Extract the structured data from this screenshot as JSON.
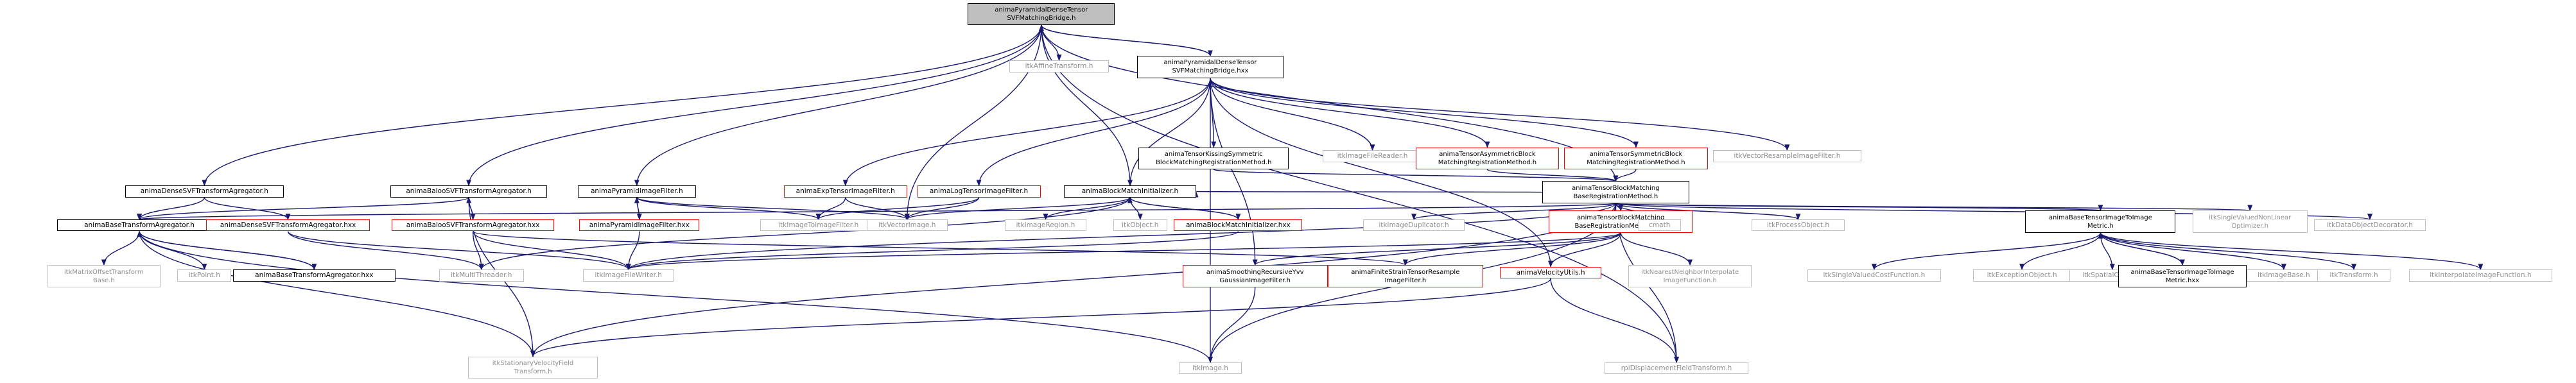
{
  "colors": {
    "edge": "#191970",
    "root_fill": "#bfbfbf",
    "documented": "#000000",
    "undocumented": "#ff0000",
    "external": "#bfbfbf"
  },
  "nodes": [
    {
      "id": "root",
      "label": "animaPyramidalDenseTensor\nSVFMatchingBridge.h",
      "kind": "root"
    },
    {
      "id": "affine",
      "label": "itkAffineTransform.h",
      "kind": "grey"
    },
    {
      "id": "hxx",
      "label": "animaPyramidalDenseTensor\nSVFMatchingBridge.hxx",
      "kind": "black"
    },
    {
      "id": "densesvf",
      "label": "animaDenseSVFTransformAgregator.h",
      "kind": "black"
    },
    {
      "id": "baloo",
      "label": "animaBalooSVFTransformAgregator.h",
      "kind": "black"
    },
    {
      "id": "pyrfilter",
      "label": "animaPyramidImageFilter.h",
      "kind": "black"
    },
    {
      "id": "kissing",
      "label": "animaTensorKissingSymmetric\nBlockMatchingRegistrationMethod.h",
      "kind": "black"
    },
    {
      "id": "filereader",
      "label": "itkImageFileReader.h",
      "kind": "grey"
    },
    {
      "id": "asym",
      "label": "animaTensorAsymmetricBlock\nMatchingRegistrationMethod.h",
      "kind": "red"
    },
    {
      "id": "sym",
      "label": "animaTensorSymmetricBlock\nMatchingRegistrationMethod.h",
      "kind": "red"
    },
    {
      "id": "vecresample",
      "label": "itkVectorResampleImageFilter.h",
      "kind": "grey"
    },
    {
      "id": "exp",
      "label": "animaExpTensorImageFilter.h",
      "kind": "red"
    },
    {
      "id": "log",
      "label": "animaLogTensorImageFilter.h",
      "kind": "red"
    },
    {
      "id": "bminit",
      "label": "animaBlockMatchInitializer.h",
      "kind": "black"
    },
    {
      "id": "tbmbase",
      "label": "animaTensorBlockMatching\nBaseRegistrationMethod.h",
      "kind": "black"
    },
    {
      "id": "basetrans",
      "label": "animaBaseTransformAgregator.h",
      "kind": "black"
    },
    {
      "id": "densesvfhxx",
      "label": "animaDenseSVFTransformAgregator.hxx",
      "kind": "red"
    },
    {
      "id": "baloohxx",
      "label": "animaBalooSVFTransformAgregator.hxx",
      "kind": "red"
    },
    {
      "id": "pyrfilterhxx",
      "label": "animaPyramidImageFilter.hxx",
      "kind": "red"
    },
    {
      "id": "imgtoimg",
      "label": "itkImageToImageFilter.h",
      "kind": "grey"
    },
    {
      "id": "vecimage",
      "label": "itkVectorImage.h",
      "kind": "grey"
    },
    {
      "id": "imgregion",
      "label": "itkImageRegion.h",
      "kind": "grey"
    },
    {
      "id": "itkobject",
      "label": "itkObject.h",
      "kind": "grey"
    },
    {
      "id": "bminithxx",
      "label": "animaBlockMatchInitializer.hxx",
      "kind": "red"
    },
    {
      "id": "imgdup",
      "label": "itkImageDuplicator.h",
      "kind": "grey"
    },
    {
      "id": "tbmbasehxx",
      "label": "animaTensorBlockMatching\nBaseRegistrationMethod.hxx",
      "kind": "red"
    },
    {
      "id": "cmath",
      "label": "cmath",
      "kind": "grey"
    },
    {
      "id": "procobj",
      "label": "itkProcessObject.h",
      "kind": "grey"
    },
    {
      "id": "basetensormetric",
      "label": "animaBaseTensorImageToImage\nMetric.h",
      "kind": "black"
    },
    {
      "id": "svnlopt",
      "label": "itkSingleValuedNonLinear\nOptimizer.h",
      "kind": "grey"
    },
    {
      "id": "dataobjdeco",
      "label": "itkDataObjectDecorator.h",
      "kind": "grey"
    },
    {
      "id": "matrixoffset",
      "label": "itkMatrixOffsetTransform\nBase.h",
      "kind": "grey"
    },
    {
      "id": "point",
      "label": "itkPoint.h",
      "kind": "grey"
    },
    {
      "id": "basetranshxx",
      "label": "animaBaseTransformAgregator.hxx",
      "kind": "black"
    },
    {
      "id": "multithreader",
      "label": "itkMultiThreader.h",
      "kind": "grey"
    },
    {
      "id": "imgfilewriter",
      "label": "itkImageFileWriter.h",
      "kind": "grey"
    },
    {
      "id": "smoothing",
      "label": "animaSmoothingRecursiveYvv\nGaussianImageFilter.h",
      "kind": "red"
    },
    {
      "id": "finitestrain",
      "label": "animaFiniteStrainTensorResample\nImageFilter.h",
      "kind": "red"
    },
    {
      "id": "velocity",
      "label": "animaVelocityUtils.h",
      "kind": "red"
    },
    {
      "id": "nearest",
      "label": "itkNearestNeighborInterpolate\nImageFunction.h",
      "kind": "grey"
    },
    {
      "id": "svcost",
      "label": "itkSingleValuedCostFunction.h",
      "kind": "grey"
    },
    {
      "id": "exception",
      "label": "itkExceptionObject.h",
      "kind": "grey"
    },
    {
      "id": "spatial",
      "label": "itkSpatialObject.h",
      "kind": "grey"
    },
    {
      "id": "basetensormetrichxx",
      "label": "animaBaseTensorImageToImage\nMetric.hxx",
      "kind": "black"
    },
    {
      "id": "imagebase",
      "label": "itkImageBase.h",
      "kind": "grey"
    },
    {
      "id": "transform",
      "label": "itkTransform.h",
      "kind": "grey"
    },
    {
      "id": "interpfunc",
      "label": "itkInterpolateImageFunction.h",
      "kind": "grey"
    },
    {
      "id": "stationary",
      "label": "itkStationaryVelocityField\nTransform.h",
      "kind": "grey"
    },
    {
      "id": "itkimage",
      "label": "itkImage.h",
      "kind": "grey"
    },
    {
      "id": "rpidisp",
      "label": "rpiDisplacementFieldTransform.h",
      "kind": "grey"
    }
  ],
  "edges": [
    [
      "root",
      "affine"
    ],
    [
      "root",
      "hxx"
    ],
    [
      "root",
      "densesvf"
    ],
    [
      "root",
      "baloo"
    ],
    [
      "root",
      "pyrfilter"
    ],
    [
      "root",
      "bminit"
    ],
    [
      "root",
      "tbmbase"
    ],
    [
      "root",
      "vecimage"
    ],
    [
      "root",
      "rpidisp"
    ],
    [
      "hxx",
      "root"
    ],
    [
      "hxx",
      "kissing"
    ],
    [
      "hxx",
      "filereader"
    ],
    [
      "hxx",
      "asym"
    ],
    [
      "hxx",
      "sym"
    ],
    [
      "hxx",
      "vecresample"
    ],
    [
      "hxx",
      "exp"
    ],
    [
      "hxx",
      "log"
    ],
    [
      "hxx",
      "bminit"
    ],
    [
      "hxx",
      "smoothing"
    ],
    [
      "hxx",
      "velocity"
    ],
    [
      "hxx",
      "itkimage"
    ],
    [
      "densesvf",
      "basetrans"
    ],
    [
      "densesvf",
      "densesvfhxx"
    ],
    [
      "baloo",
      "basetrans"
    ],
    [
      "baloo",
      "baloohxx"
    ],
    [
      "baloo",
      "stationary"
    ],
    [
      "pyrfilter",
      "imgtoimg"
    ],
    [
      "pyrfilter",
      "pyrfilterhxx"
    ],
    [
      "pyrfilter",
      "vecimage"
    ],
    [
      "kissing",
      "tbmbase"
    ],
    [
      "asym",
      "tbmbase"
    ],
    [
      "sym",
      "tbmbase"
    ],
    [
      "exp",
      "imgtoimg"
    ],
    [
      "exp",
      "vecimage"
    ],
    [
      "log",
      "imgtoimg"
    ],
    [
      "log",
      "vecimage"
    ],
    [
      "bminit",
      "imgregion"
    ],
    [
      "bminit",
      "itkobject"
    ],
    [
      "bminit",
      "bminithxx"
    ],
    [
      "bminit",
      "vecimage"
    ],
    [
      "bminit",
      "multithreader"
    ],
    [
      "tbmbase",
      "basetrans"
    ],
    [
      "tbmbase",
      "imgdup"
    ],
    [
      "tbmbase",
      "tbmbasehxx"
    ],
    [
      "tbmbase",
      "cmath"
    ],
    [
      "tbmbase",
      "procobj"
    ],
    [
      "tbmbase",
      "basetensormetric"
    ],
    [
      "tbmbase",
      "svnlopt"
    ],
    [
      "tbmbase",
      "dataobjdeco"
    ],
    [
      "tbmbase",
      "bminit"
    ],
    [
      "tbmbase",
      "rpidisp"
    ],
    [
      "tbmbase",
      "imgfilewriter"
    ],
    [
      "tbmbase",
      "stationary"
    ],
    [
      "tbmbase",
      "itkimage"
    ],
    [
      "basetrans",
      "matrixoffset"
    ],
    [
      "basetrans",
      "point"
    ],
    [
      "basetrans",
      "basetranshxx"
    ],
    [
      "basetrans",
      "stationary"
    ],
    [
      "basetrans",
      "itkimage"
    ],
    [
      "densesvfhxx",
      "multithreader"
    ],
    [
      "densesvfhxx",
      "imgfilewriter"
    ],
    [
      "baloohxx",
      "baloo"
    ],
    [
      "baloohxx",
      "multithreader"
    ],
    [
      "baloohxx",
      "imgfilewriter"
    ],
    [
      "baloohxx",
      "finitestrain"
    ],
    [
      "pyrfilterhxx",
      "pyrfilter"
    ],
    [
      "pyrfilterhxx",
      "imgfilewriter"
    ],
    [
      "bminithxx",
      "bminit"
    ],
    [
      "bminithxx",
      "imgfilewriter"
    ],
    [
      "tbmbasehxx",
      "smoothing"
    ],
    [
      "tbmbasehxx",
      "finitestrain"
    ],
    [
      "tbmbasehxx",
      "velocity"
    ],
    [
      "tbmbasehxx",
      "nearest"
    ],
    [
      "tbmbasehxx",
      "imgfilewriter"
    ],
    [
      "basetensormetric",
      "svcost"
    ],
    [
      "basetensormetric",
      "exception"
    ],
    [
      "basetensormetric",
      "spatial"
    ],
    [
      "basetensormetric",
      "basetensormetrichxx"
    ],
    [
      "basetensormetric",
      "imagebase"
    ],
    [
      "basetensormetric",
      "transform"
    ],
    [
      "basetensormetric",
      "interpfunc"
    ],
    [
      "basetranshxx",
      "basetrans"
    ],
    [
      "basetensormetrichxx",
      "basetensormetric"
    ],
    [
      "smoothing",
      "itkimage"
    ],
    [
      "velocity",
      "stationary"
    ],
    [
      "velocity",
      "rpidisp"
    ]
  ]
}
